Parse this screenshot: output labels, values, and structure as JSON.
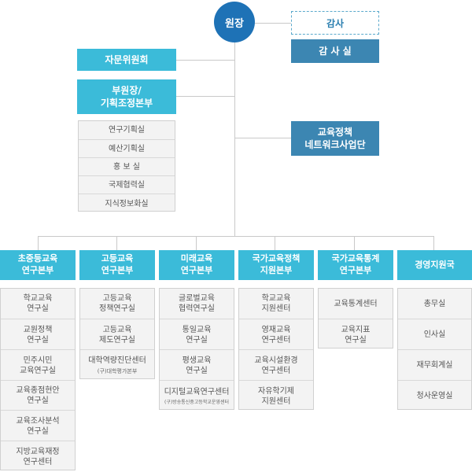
{
  "top": {
    "director": "원장",
    "audit": "감사",
    "audit_office": "감 사 실"
  },
  "left_units": {
    "advisory": "자문위원회",
    "vice": "부원장/\n기획조정본부",
    "vice_subs": [
      "연구기획실",
      "예산기획실",
      "홍  보  실",
      "국제협력실",
      "지식정보화실"
    ]
  },
  "network": "교육정책\n네트워크사업단",
  "divisions": [
    {
      "title": "초중등교육\n연구본부",
      "units": [
        {
          "label": "학교교육\n연구실"
        },
        {
          "label": "교원정책\n연구실"
        },
        {
          "label": "민주시민\n교육연구실"
        },
        {
          "label": "교육종점현안\n연구실"
        },
        {
          "label": "교육조사분석\n연구실"
        },
        {
          "label": "지방교육재정\n연구센터"
        }
      ]
    },
    {
      "title": "고등교육\n연구본부",
      "units": [
        {
          "label": "고등교육\n정책연구실"
        },
        {
          "label": "고등교육\n제도연구실"
        },
        {
          "label": "대학역량진단센터",
          "note": "(구)대학평가본부"
        }
      ]
    },
    {
      "title": "미래교육\n연구본부",
      "units": [
        {
          "label": "글로벌교육\n협력연구실"
        },
        {
          "label": "통일교육\n연구실"
        },
        {
          "label": "평생교육\n연구실"
        },
        {
          "label": "디지털교육연구센터",
          "note": "(구)방송통신중고등학교운영센터"
        }
      ]
    },
    {
      "title": "국가교육정책\n지원본부",
      "units": [
        {
          "label": "학교교육\n지원센터"
        },
        {
          "label": "영재교육\n연구센터"
        },
        {
          "label": "교육시설환경\n연구센터"
        },
        {
          "label": "자유학기제\n지원센터"
        }
      ]
    },
    {
      "title": "국가교육통계\n연구본부",
      "units": [
        {
          "label": "교육통계센터"
        },
        {
          "label": "교육지표\n연구실"
        }
      ]
    },
    {
      "title": "경영지원국",
      "units": [
        {
          "label": "총무실"
        },
        {
          "label": "인사실"
        },
        {
          "label": "재무회계실"
        },
        {
          "label": "청사운영실"
        }
      ]
    }
  ]
}
